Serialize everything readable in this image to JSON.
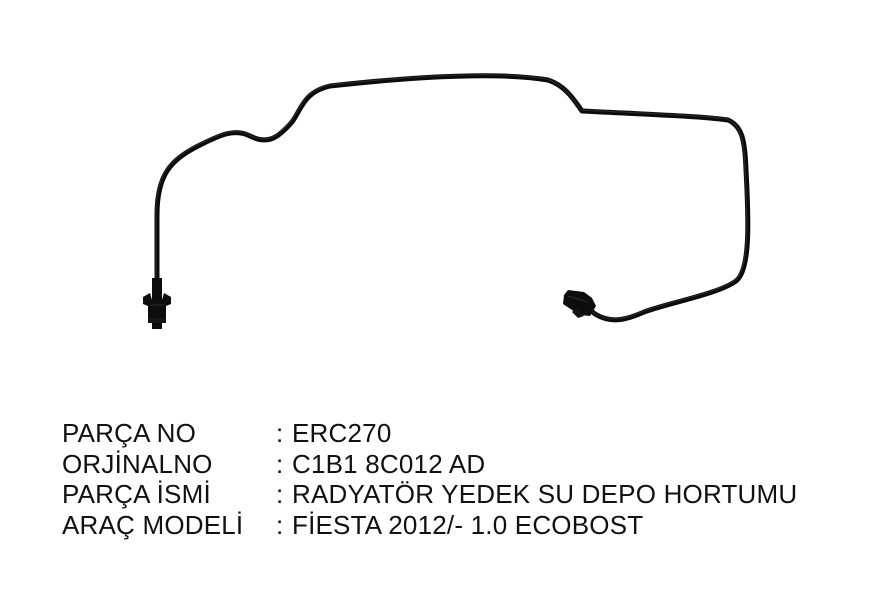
{
  "product": {
    "image_subject": "radiator-expansion-tank-hose",
    "hose_color": "#0b0b0b"
  },
  "specs": [
    {
      "label": "PARÇA NO",
      "separator": ":",
      "value": "ERC270"
    },
    {
      "label": "ORJİNALNO",
      "separator": ":",
      "value": "C1B1 8C012 AD"
    },
    {
      "label": "PARÇA İSMİ",
      "separator": ":",
      "value": "RADYATÖR YEDEK SU DEPO HORTUMU"
    },
    {
      "label": "ARAÇ MODELİ",
      "separator": ":",
      "value": "FİESTA 2012/- 1.0 ECOBOST"
    }
  ]
}
